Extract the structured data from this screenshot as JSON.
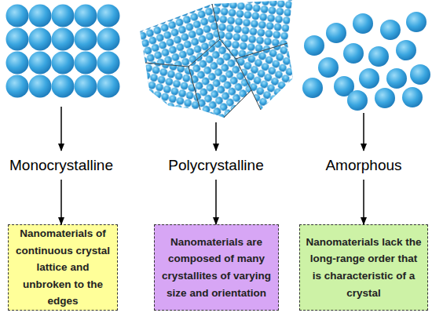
{
  "diagram": {
    "nodes": [
      {
        "text": [
          "Monocrystalline"
        ]
      },
      {
        "text": [
          "Polycrystalline"
        ]
      },
      {
        "text": [
          "Amorphous"
        ]
      },
      {
        "text": [
          "Nanomaterials of continuous crystal lattice and unbroken to the edges"
        ]
      },
      {
        "text": [
          "Nanomaterials are composed of many crystallites of varying size and orientation"
        ]
      },
      {
        "text": [
          "Nanomaterials lack the long-range order that is characteristic of a crystal"
        ]
      }
    ],
    "edges": [
      {
        "from": 0,
        "to": 3,
        "arrow": "to"
      },
      {
        "from": 1,
        "to": 4,
        "arrow": "to"
      },
      {
        "from": 2,
        "to": 5,
        "arrow": "to"
      }
    ]
  }
}
